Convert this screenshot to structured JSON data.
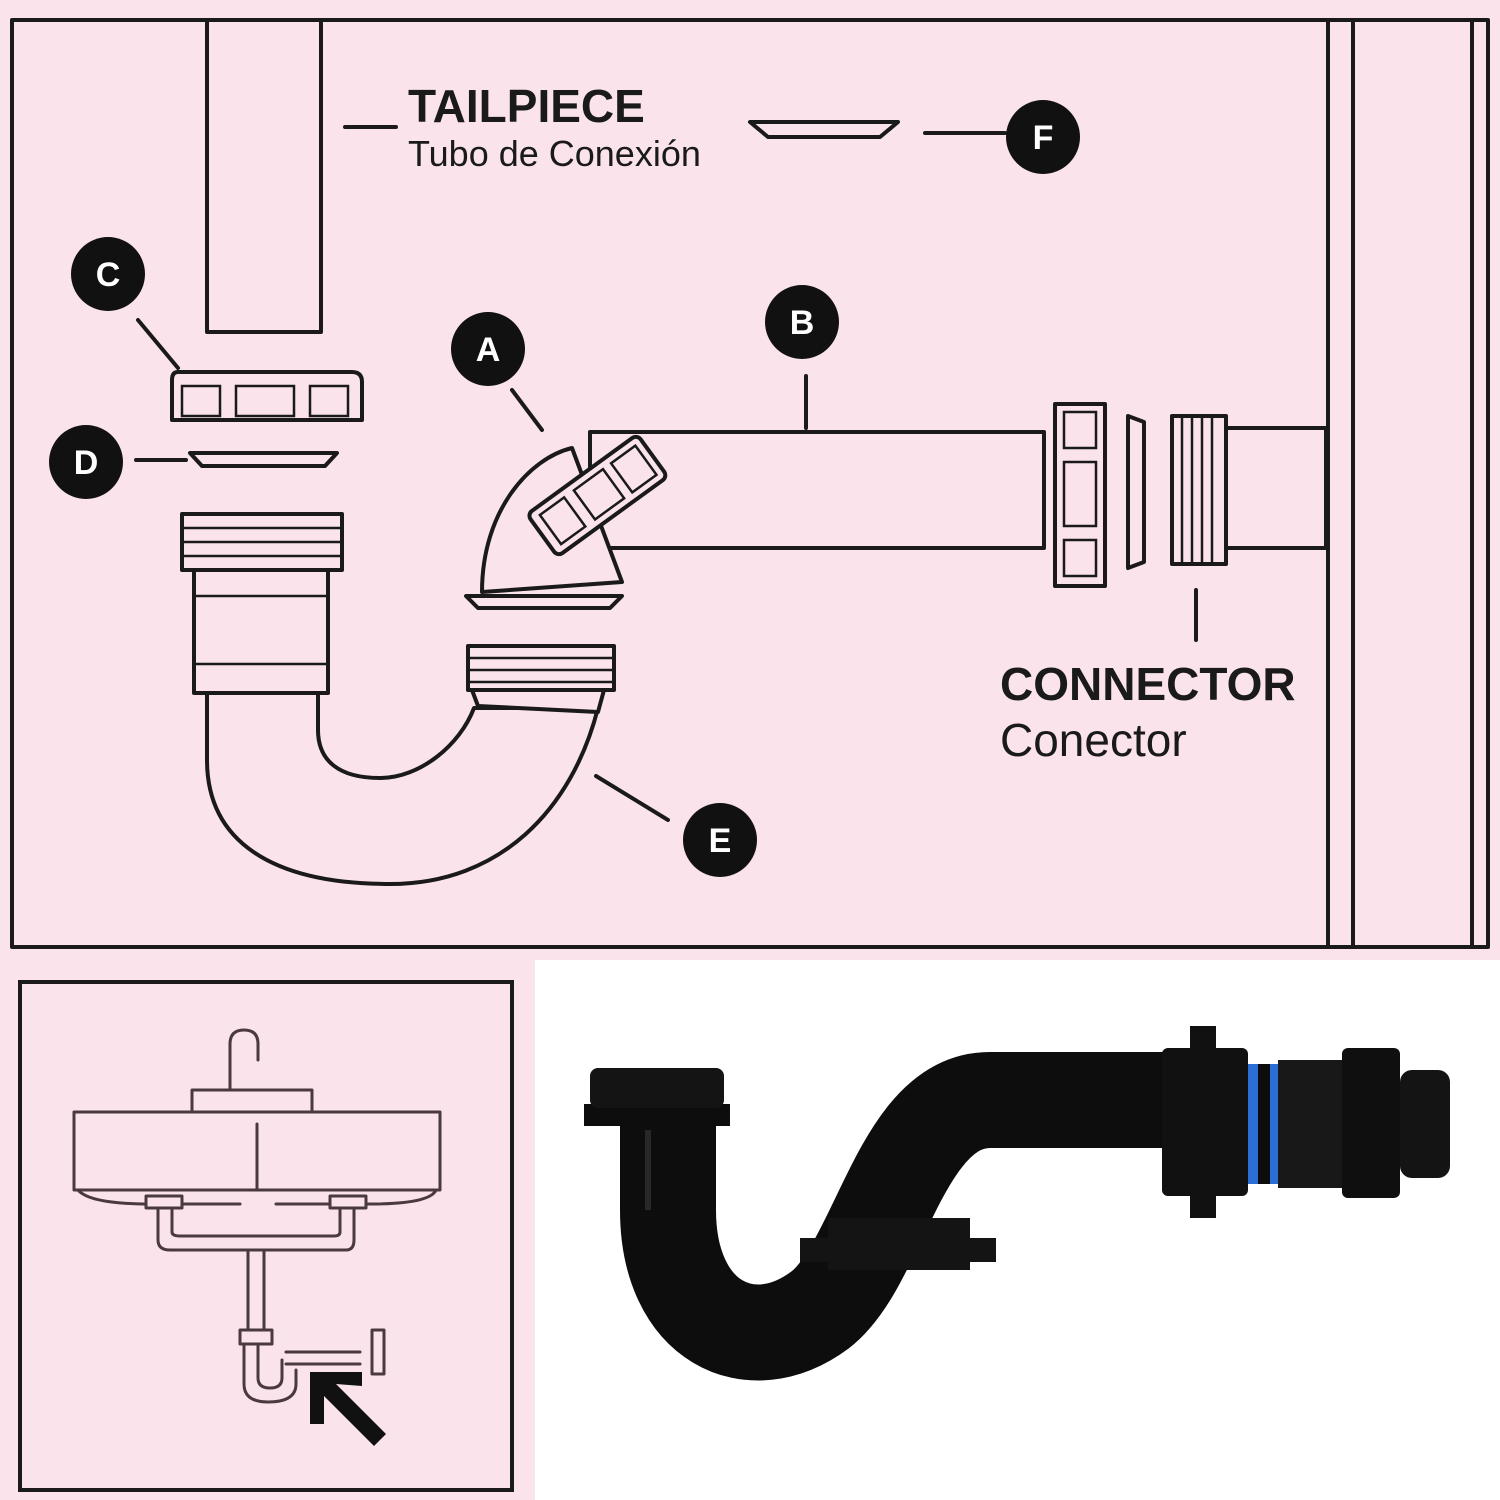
{
  "labels": {
    "tailpiece_en": "TAILPIECE",
    "tailpiece_es": "Tubo de Conexión",
    "connector_en": "CONNECTOR",
    "connector_es": "Conector"
  },
  "callouts": {
    "a": "A",
    "b": "B",
    "c": "C",
    "d": "D",
    "e": "E",
    "f": "F"
  },
  "colors": {
    "background": "#fbe3ec",
    "line": "#1a1a1a",
    "badge": "#111111",
    "product_black": "#0d0d0d",
    "product_ring": "#2b6fd6"
  },
  "icons": [
    "sink-icon",
    "arrow-icon"
  ]
}
